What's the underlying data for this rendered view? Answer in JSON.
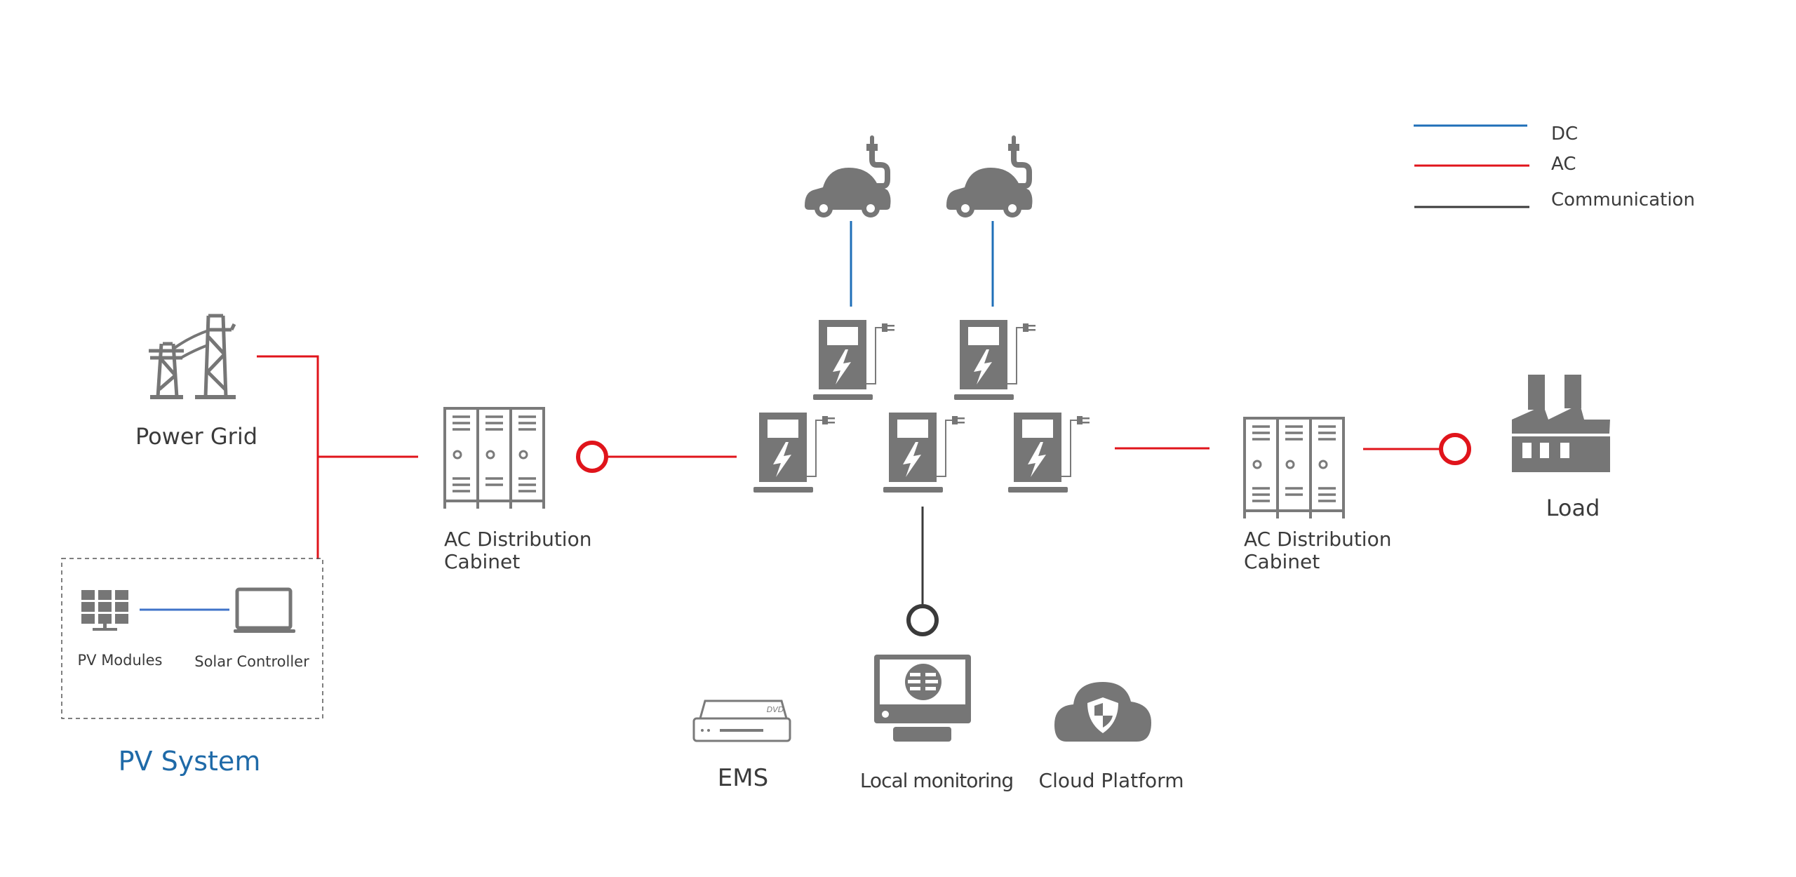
{
  "legend": {
    "items": [
      {
        "label": "DC",
        "color": "#1f6fb8"
      },
      {
        "label": "AC",
        "color": "#e0141b"
      },
      {
        "label": "Communication",
        "color": "#3a3a3a"
      }
    ]
  },
  "nodes": {
    "power_grid": {
      "label": "Power Grid",
      "icon": "transmission-tower-icon"
    },
    "pv_system": {
      "title": "PV System",
      "title_color": "#1f6aa8",
      "modules_label": "PV Modules",
      "controller_label": "Solar Controller"
    },
    "ac_cabinet_left": {
      "line1": "AC Distribution",
      "line2": "Cabinet"
    },
    "ac_cabinet_right": {
      "line1": "AC Distribution",
      "line2": "Cabinet"
    },
    "load": {
      "label": "Load",
      "icon": "factory-icon"
    },
    "ems": {
      "label": "EMS",
      "device_badge": "DVD"
    },
    "local_monitoring": {
      "label": "Local monitoring"
    },
    "cloud_platform": {
      "label": "Cloud Platform"
    },
    "ev_cars": [
      {
        "icon": "electric-car-icon"
      },
      {
        "icon": "electric-car-icon"
      }
    ],
    "chargers": [
      {
        "icon": "charging-pile-icon"
      },
      {
        "icon": "charging-pile-icon"
      },
      {
        "icon": "charging-pile-icon"
      },
      {
        "icon": "charging-pile-icon"
      },
      {
        "icon": "charging-pile-icon"
      }
    ]
  },
  "colors": {
    "dc": "#1f6fb8",
    "ac": "#e0141b",
    "comm": "#3a3a3a",
    "icon": "#767676",
    "text": "#3b3b3b"
  }
}
